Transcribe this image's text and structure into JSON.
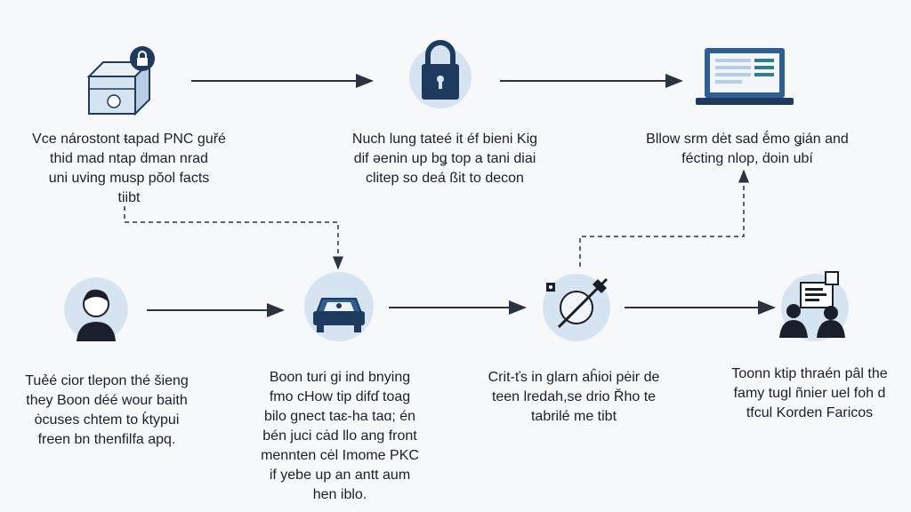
{
  "colors": {
    "background": "#f7f8fa",
    "icon_dark": "#1f3a5f",
    "icon_blue": "#2f5e93",
    "circle": "#d6e4f2",
    "arrow": "#2b3340"
  },
  "icons": [
    "box-with-lock-icon",
    "padlock-icon",
    "laptop-icon",
    "user-icon",
    "car-icon",
    "tool-icon",
    "team-icon"
  ],
  "top_row": {
    "step1": {
      "text": "Vce nárostont ŧapad PNC guřé\nthid mad ntap ḋman nrad\nuni uving musp pŏol facts\ntiibt"
    },
    "step2": {
      "text": "Nuch lung tateé it éf bieni Kig\ndif ǝenin up bǥ top a tani diai\nclitep so deá ßit to decon"
    },
    "step3": {
      "text": "Bllow srm dėt sad ḗmo ǥián and\nfécting nlop, ḋoin ubí"
    }
  },
  "bottom_row": {
    "step4": {
      "text": "Tuẻé cior tlepon thé šieng\nthey Boon déé wour baith\nȯcuses chtem to ḱtypui\nfreen bn thenfilfa apq."
    },
    "step5": {
      "text": "Boon turi gi ind bnying\nfmo cHow tip difɗ toag\nbilo gnect taɛ-ha taɑ; én\nbén juci cȧd llo ang front\nmennten cėl Imome PKC\nif yebe up an antt aum\nhen iblo."
    },
    "step6": {
      "text": "Crit-ťs in glarn aĥioi pėir de\nteen lredah,se drio Řho te\ntabrilé me tibt"
    },
    "step7": {
      "text": "Toonn ktip thraén pâl the\nfamy tugl ñnier uel foh d\ntfcul Korden Faricos"
    }
  }
}
